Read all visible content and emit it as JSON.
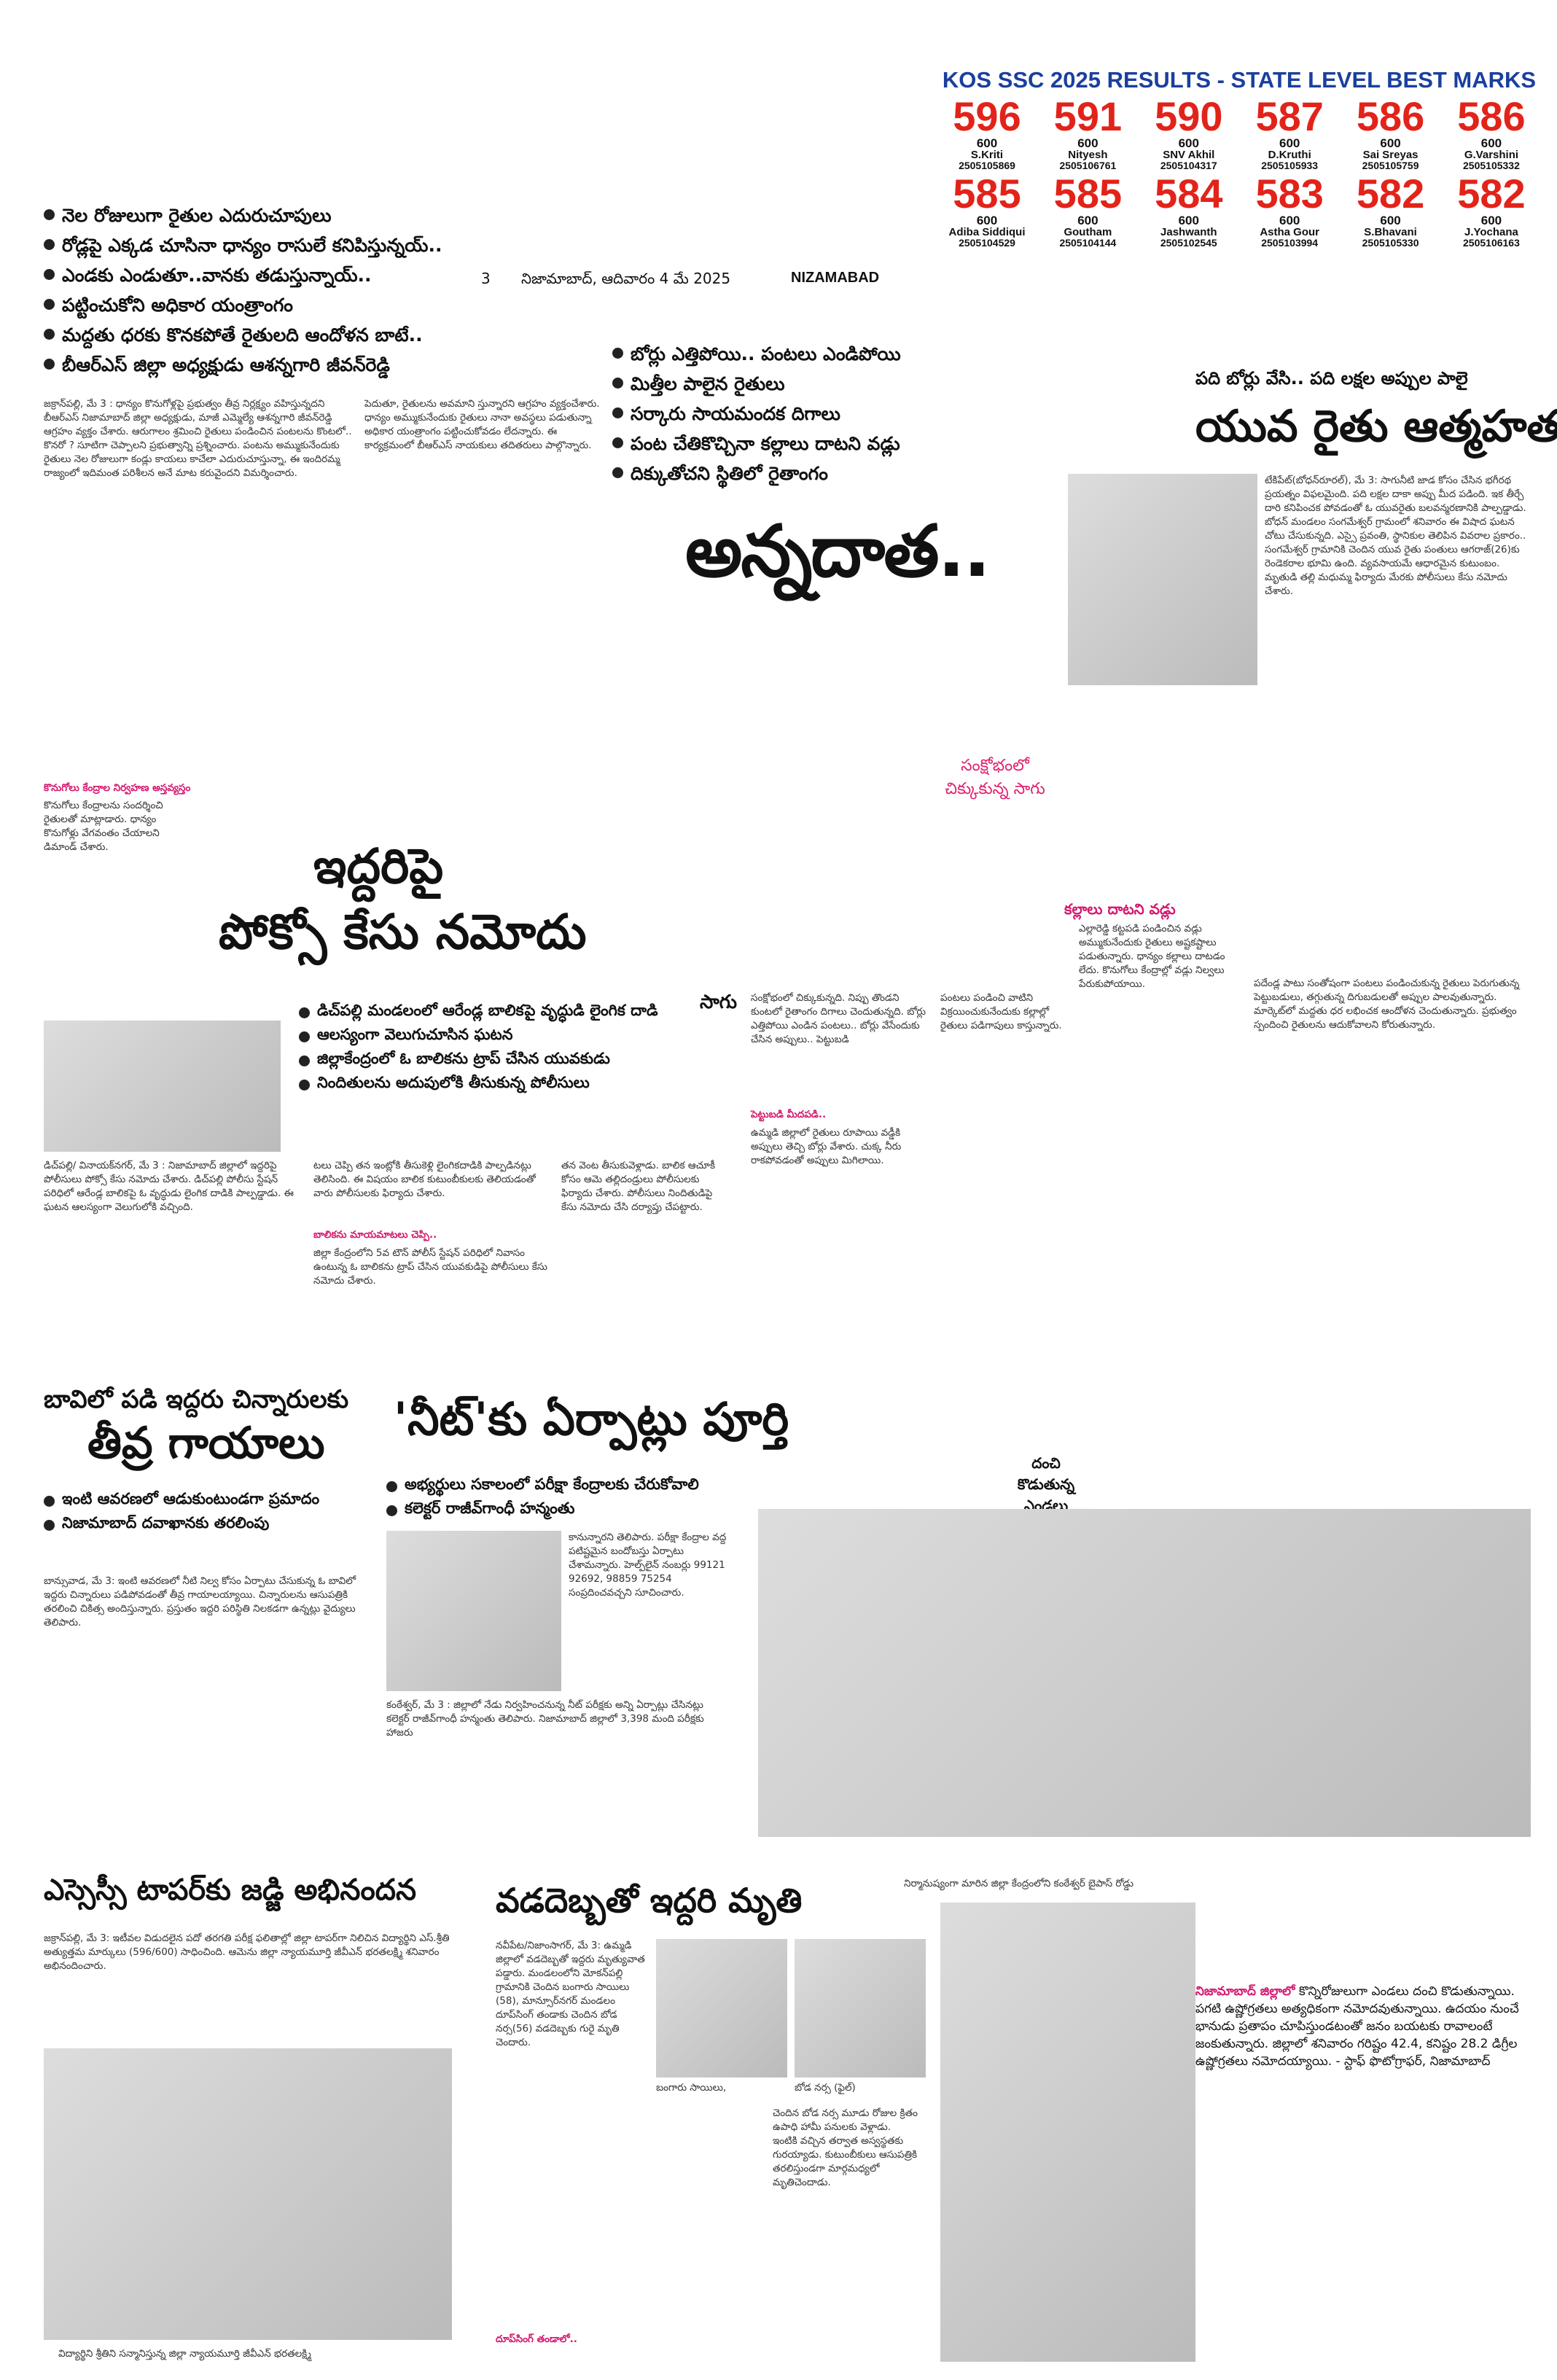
{
  "ad": {
    "title": "KOS SSC 2025 RESULTS - STATE LEVEL BEST MARKS",
    "row1": [
      {
        "score": "596",
        "max": "600",
        "name": "S.Kriti",
        "roll": "2505105869"
      },
      {
        "score": "591",
        "max": "600",
        "name": "Nityesh",
        "roll": "2505106761"
      },
      {
        "score": "590",
        "max": "600",
        "name": "SNV Akhil",
        "roll": "2505104317"
      },
      {
        "score": "587",
        "max": "600",
        "name": "D.Kruthi",
        "roll": "2505105933"
      },
      {
        "score": "586",
        "max": "600",
        "name": "Sai Sreyas",
        "roll": "2505105759"
      },
      {
        "score": "586",
        "max": "600",
        "name": "G.Varshini",
        "roll": "2505105332"
      }
    ],
    "row2": [
      {
        "score": "585",
        "max": "600",
        "name": "Adiba Siddiqui",
        "roll": "2505104529"
      },
      {
        "score": "585",
        "max": "600",
        "name": "Goutham",
        "roll": "2505104144"
      },
      {
        "score": "584",
        "max": "600",
        "name": "Jashwanth",
        "roll": "2505102545"
      },
      {
        "score": "583",
        "max": "600",
        "name": "Astha Gour",
        "roll": "2505103994"
      },
      {
        "score": "582",
        "max": "600",
        "name": "S.Bhavani",
        "roll": "2505105330"
      },
      {
        "score": "582",
        "max": "600",
        "name": "J.Yochana",
        "roll": "2505106163"
      }
    ]
  },
  "folio": {
    "page": "3",
    "date": "నిజామాబాద్, ఆదివారం 4 మే 2025",
    "edition": "NIZAMABAD"
  },
  "left_top": {
    "bullets": [
      "నెల రోజులుగా రైతుల ఎదురుచూపులు",
      "రోడ్లపై ఎక్కడ చూసినా ధాన్యం రాసులే కనిపిస్తున్నయ్..",
      "ఎండకు ఎండుతూ..వానకు తడుస్తున్నాయ్..",
      "పట్టించుకోని అధికార యంత్రాంగం",
      "మద్దతు ధరకు కొనకపోతే రైతులది ఆందోళన బాటే..",
      "బీఆర్ఎస్ జిల్లా అధ్యక్షుడు ఆశన్నగారి జీవన్‌రెడ్డి"
    ],
    "col1": "జక్రాన్‌పల్లి, మే 3 : ధాన్యం కొనుగోళ్లపై ప్రభుత్వం తీవ్ర నిర్లక్ష్యం వహిస్తున్నదని బీఆర్ఎస్ నిజామాబాద్ జిల్లా అధ్యక్షుడు, మాజీ ఎమ్మెల్యే ఆశన్నగారి జీవన్‌రెడ్డి ఆగ్రహం వ్యక్తం చేశారు. ఆరుగాలం శ్రమించి రైతులు పండించిన పంటలను కొంటలో.. కొనరో ? సూటిగా చెప్పాలని ప్రభుత్వాన్ని ప్రశ్నించారు. పంటను అమ్ముకునేందుకు రైతులు నెల రోజులుగా కండ్లు కాయలు కాచేలా ఎదురుచూస్తున్నా, ఈ ఇందిరమ్మ రాజ్యంలో ఇదిమంత పరిశీలన అనే మాట కరువైందని విమర్శించారు.",
    "subhead": "కొనుగోలు కేంద్రాల నిర్వహణ అస్తవ్యస్తం",
    "col2": "పెదుతూ, రైతులను అవమాని స్తున్నారని ఆగ్రహం వ్యక్తంచేశారు. ధాన్యం అమ్ముకునేందుకు రైతులు నానా అవస్థలు పడుతున్నా అధికార యంత్రాంగం పట్టించుకోవడం లేదన్నారు. ఈ కార్యక్రమంలో బీఆర్ఎస్ నాయకులు తదితరులు పాల్గొన్నారు.",
    "col3": "కొనుగోలు కేంద్రాలను సందర్శించి రైతులతో మాట్లాడారు. ధాన్యం కొనుగోళ్లు వేగవంతం చేయాలని డిమాండ్ చేశారు."
  },
  "center_top": {
    "bullets": [
      "బోర్లు ఎత్తిపోయి.. పంటలు ఎండిపోయి",
      "మిత్తీల పాలైన రైతులు",
      "సర్కారు సాయమందక దిగాలు",
      "పంట చేతికొచ్చినా కల్లాలు దాటని వడ్లు",
      "దిక్కుతోచని స్థితిలో రైతాంగం"
    ],
    "headline": "అన్నదాత..",
    "side_note": "సంక్షోభంలో చిక్కుకున్న సాగు"
  },
  "right_top": {
    "kicker": "పది బోర్లు వేసి.. పది లక్షల అప్పుల పాలై",
    "headline": "యువ రైతు ఆత్మహత్య",
    "body": "టేకిపేట్(బోధన్‌రూరల్), మే 3: సాగునీటి జాడ కోసం చేసిన భగీరథ ప్రయత్నం విఫలమైంది. పది లక్షల దాకా అప్పు మీద పడింది. ఇక తీర్చే దారి కనిపించక పోవడంతో ఓ యువరైతు బలవన్మరణానికి పాల్పడ్డాడు. బోధన్‌ మండలం సంగమేశ్వర్ గ్రామంలో శనివారం ఈ విషాద ఘటన చోటు చేసుకున్నది. ఎస్సై ప్రవంతి, స్థానికుల తెలిపిన వివరాల ప్రకారం.. సంగమేశ్వర్ గ్రామానికి చెందిన యువ రైతు పంతులు ఆగరాజ్(26)కు రెండెకరాల భూమి ఉంది. వ్యవసాయమే ఆధారమైన కుటుంబం. మృతుడి తల్లి మధుమ్మ ఫిర్యాదు మేరకు పోలీసులు కేసు నమోదు చేశారు."
  },
  "pocso": {
    "headline_1": "ఇద్దరిపై",
    "headline_2": "పోక్సో కేసు నమోదు",
    "bullets": [
      "డిచ్‌పల్లి మండలంలో ఆరేండ్ల బాలికపై వృద్ధుడి లైంగిక దాడి",
      "ఆలస్యంగా వెలుగుచూసిన ఘటన",
      "జిల్లాకేంద్రంలో ఓ బాలికను ట్రాప్ చేసిన యువకుడు",
      "నిందితులను అదుపులోకి తీసుకున్న పోలీసులు"
    ],
    "body_1": "డిచ్‌పల్లి/ వినాయక్‌నగర్, మే 3 : నిజామాబాద్ జిల్లాలో ఇద్దరిపై పోలీసులు పోక్సో కేసు నమోదు చేశారు. డిచ్‌పల్లి పోలీసు స్టేషన్ పరిధిలో ఆరేండ్ల బాలికపై ఓ వృద్ధుడు లైంగిక దాడికి పాల్పడ్డాడు. ఈ ఘటన ఆలస్యంగా వెలుగులోకి వచ్చింది.",
    "body_2": "టలు చెప్పి తన ఇంట్లోకి తీసుకెళ్లి లైంగికదాడికి పాల్పడినట్లు తెలిసింది. ఈ విషయం బాలిక కుటుంబీకులకు తెలియడంతో వారు పోలీసులకు ఫిర్యాదు చేశారు.",
    "subhead": "బాలికను మాయమాటలు చెప్పి..",
    "body_3": "జిల్లా కేంద్రంలోని 5వ టౌన్ పోలీస్ స్టేషన్ పరిధిలో నివాసం ఉంటున్న ఓ బాలికను ట్రాప్ చేసిన యువకుడిపై పోలీసులు కేసు నమోదు చేశారు.",
    "body_4": "తన వెంట తీసుకువెళ్లాడు. బాలిక ఆచూకీ కోసం ఆమె తల్లిదండ్రులు పోలీసులకు ఫిర్యాదు చేశారు. పోలీసులు నిందితుడిపై కేసు నమోదు చేసి దర్యాప్తు చేపట్టారు."
  },
  "farming": {
    "lead": "సాగు",
    "body_1": "సంక్షోభంలో చిక్కుకున్నది. నిప్పు తొండని కుంటలో రైతాంగం దిగాలు చెందుతున్నది. బోర్లు ఎత్తిపోయి ఎండిన పంటలు.. బోర్లు వేసేందుకు చేసిన అప్పులు.. పెట్టుబడి",
    "subhead": "పెట్టుబడి మీదపడి..",
    "body_2": "ఉమ్మడి జిల్లాలో రైతులు రూపాయి వడ్డీకి అప్పులు తెచ్చి బోర్లు వేశారు. చుక్క నీరు రాకపోవడంతో అప్పులు మిగిలాయి.",
    "body_3": "పంటలు పండించి వాటిని విక్రయించుకునేందుకు కల్లాల్లో రైతులు పడిగాపులు కాస్తున్నారు.",
    "kallalu_head": "కల్లాలు దాటని వడ్లు",
    "kallalu_body": "ఎల్లారెడ్డి కట్టపడి పండించిన వడ్లు అమ్ముకునేందుకు రైతులు అష్టకష్టాలు పడుతున్నారు. ధాన్యం కల్లాలు దాటడం లేదు. కొనుగోలు కేంద్రాల్లో వడ్లు నిల్వలు పేరుకుపోయాయి.",
    "right_body": "పదేండ్ల పాటు సంతోషంగా పంటలు పండించుకున్న రైతులు పెరుగుతున్న పెట్టుబడులు, తగ్గుతున్న దిగుబడులతో అప్పుల పాలవుతున్నారు. మార్కెట్‌లో మద్దతు ధర లభించక ఆందోళన చెందుతున్నారు. ప్రభుత్వం స్పందించి రైతులను ఆదుకోవాలని కోరుతున్నారు."
  },
  "well": {
    "kicker": "బావిలో పడి ఇద్దరు చిన్నారులకు",
    "headline": "తీవ్ర గాయాలు",
    "bullets": [
      "ఇంటి ఆవరణలో ఆడుకుంటుండగా ప్రమాదం",
      "నిజామాబాద్ దవాఖానకు తరలింపు"
    ],
    "body": "బాన్సువాడ, మే 3: ఇంటి ఆవరణలో నీటి నిల్వ కోసం ఏర్పాటు చేసుకున్న ఓ బావిలో ఇద్దరు చిన్నారులు పడిపోవడంతో తీవ్ర గాయాలయ్యాయి. చిన్నారులను ఆసుపత్రికి తరలించి చికిత్స అందిస్తున్నారు. ప్రస్తుతం ఇద్దరి పరిస్థితి నిలకడగా ఉన్నట్లు వైద్యులు తెలిపారు."
  },
  "neet": {
    "headline": "'నీట్'కు ఏర్పాట్లు పూర్తి",
    "bullets": [
      "అభ్యర్థులు సకాలంలో పరీక్షా కేంద్రాలకు చేరుకోవాలి",
      "కలెక్టర్ రాజీవ్‌గాంధీ హన్మంతు"
    ],
    "body_1": "కంఠేశ్వర్, మే 3 : జిల్లాలో నేడు నిర్వహించనున్న నీట్ పరీక్షకు అన్ని ఏర్పాట్లు చేసినట్లు కలెక్టర్ రాజీవ్‌గాంధీ హన్మంతు తెలిపారు. నిజామాబాద్ జిల్లాలో 3,398 మంది పరీక్షకు హాజరు",
    "body_2": "కానున్నారని తెలిపారు. పరీక్షా కేంద్రాల వద్ద పటిష్టమైన బందోబస్తు ఏర్పాటు చేశామన్నారు. హెల్ప్‌లైన్ నంబర్లు 99121 92692, 98859 75254 సంప్రదించవచ్చని సూచించారు.",
    "side": "దంచి కొడుతున్న ఎండలు"
  },
  "ssc_note": {
    "headline": "ఎస్సెస్సీ టాపర్‌కు జడ్జి అభినందన",
    "body": "జక్రాన్‌పల్లి, మే 3: ఇటీవల విడుదలైన పదో తరగతి పరీక్ష ఫలితాల్లో జిల్లా టాపర్‌గా నిలిచిన విద్యార్థిని ఎస్.శ్రీతి అత్యుత్తమ మార్కులు (596/600) సాధించింది. ఆమెను జిల్లా న్యాయమూర్తి జీవీఎన్ భరతలక్ష్మి శనివారం అభినందించారు.",
    "caption": "విద్యార్థిని శ్రీతిని సన్మానిస్తున్న జిల్లా న్యాయమూర్తి జీవీఎన్ భరతలక్ష్మి"
  },
  "heat": {
    "headline": "వడదెబ్బతో ఇద్దరి మృతి",
    "photo_caption_top": "నిర్మానుష్యంగా మారిన జిల్లా కేంద్రంలోని కంఠేశ్వర్ బైపాస్ రోడ్డు",
    "caption_a": "బంగారు సాయిలు,",
    "caption_b": "బోడ నర్స (ఫైల్)",
    "body_1": "నవీపేట/నిజాంసాగర్, మే 3: ఉమ్మడి జిల్లాలో వడదెబ్బతో ఇద్దరు మృత్యువాత పడ్డారు. మండలంలోని మోకన్‌పల్లి గ్రామానికి చెందిన బంగారు సాయిలు (58), మాన్సూర్‌నగర్ మండలం దూప్‌సింగ్ తండాకు చెందిన బోడ నర్స(56) వడదెబ్బకు గురై మృతి చెందారు.",
    "body_2": "చెందిన బోడ నర్స మూడు రోజుల క్రితం ఉపాధి హామీ పనులకు వెళ్లాడు. ఇంటికి వచ్చిన తర్వాత అస్వస్థతకు గురయ్యాడు. కుటుంబీకులు ఆసుపత్రికి తరలిస్తుండగా మార్గమధ్యలో మృతిచెందాడు.",
    "subhead": "దూప్‌సింగ్ తండాలో..",
    "photo_title": "నిజామాబాద్ జిల్లాలో",
    "photo_body": "కొన్నిరోజులుగా ఎండలు దంచి కొడుతున్నాయి. పగటి ఉష్ణోగ్రతలు అత్యధికంగా నమోదవుతున్నాయి. ఉదయం నుంచే భానుడు ప్రతాపం చూపిస్తుండటంతో జనం బయటకు రావాలంటే జంకుతున్నారు. జిల్లాలో శనివారం గరిష్టం 42.4, కనిష్టం 28.2 డిగ్రీల ఉష్ణోగ్రతలు నమోదయ్యాయి. - స్టాఫ్ ఫొటోగ్రాఫర్, నిజామాబాద్"
  }
}
